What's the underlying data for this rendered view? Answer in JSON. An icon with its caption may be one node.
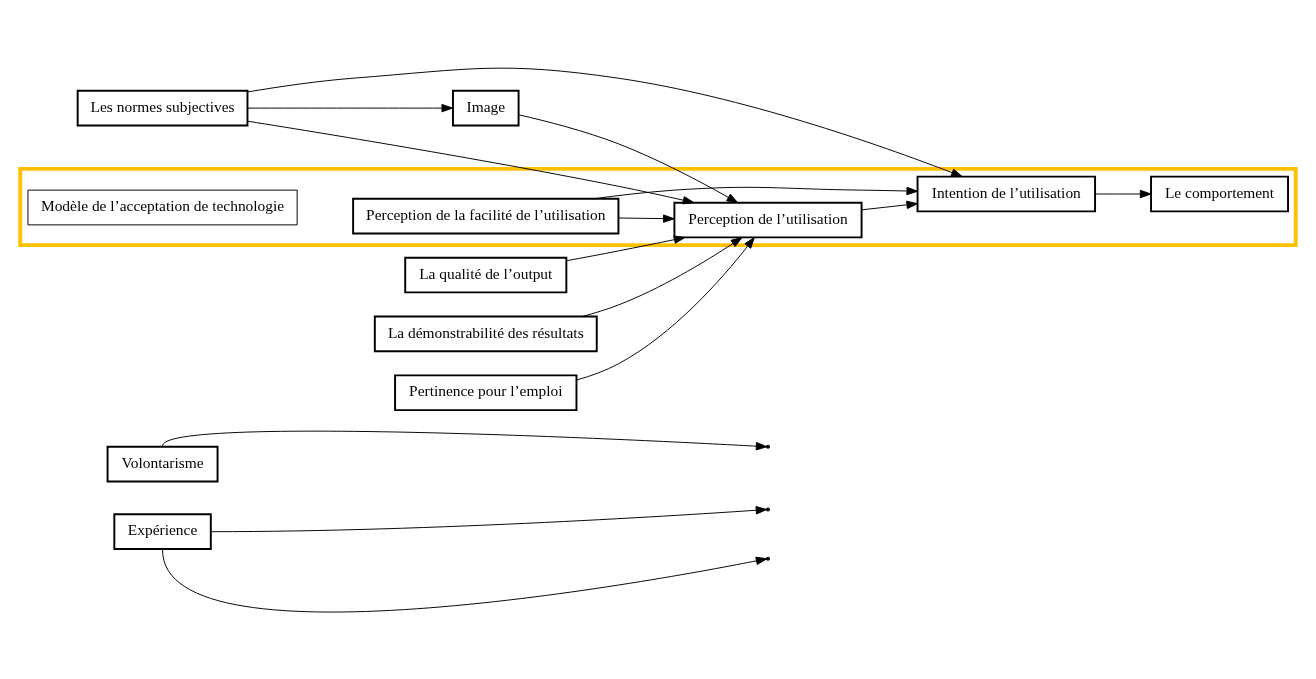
{
  "diagram": {
    "nodes": [
      {
        "text": [
          "Expérience"
        ]
      },
      {
        "text": [
          "Volontarisme"
        ]
      },
      {
        "text": [
          "Les normes subjectives"
        ]
      },
      {
        "text": [
          "Image"
        ]
      },
      {
        "text": [
          "Pertinence pour l’emploi"
        ]
      },
      {
        "text": [
          "La qualité de l’output"
        ]
      },
      {
        "text": [
          "La démonstrabilité des résultats"
        ]
      },
      {
        "text": [],
        "shape": "box"
      },
      {
        "text": [
          "Perception de l’utilisation"
        ],
        "in": 7
      },
      {
        "text": [
          "Intention de l’utilisation"
        ],
        "in": 7
      },
      {
        "text": [
          "Le comportement"
        ],
        "in": 7
      },
      {
        "text": [
          "Perception de la facilité de l’utilisation"
        ],
        "in": 7
      },
      {
        "text": [
          "Modèle de l’acceptation de technologie"
        ],
        "in": 7
      }
    ],
    "edges": [
      {
        "from": 0,
        "to": null,
        "arrow": "to"
      },
      {
        "from": 0,
        "to": null,
        "arrow": "to"
      },
      {
        "from": 1,
        "to": null,
        "arrow": "to"
      },
      {
        "from": 2,
        "to": 9,
        "arrow": "to"
      },
      {
        "from": 2,
        "to": 8,
        "arrow": "to"
      },
      {
        "from": 2,
        "to": 3,
        "arrow": "to"
      },
      {
        "from": 3,
        "to": 8,
        "arrow": "to"
      },
      {
        "from": 4,
        "to": 8,
        "arrow": "to"
      },
      {
        "from": 5,
        "to": 8,
        "arrow": "to"
      },
      {
        "from": 6,
        "to": 8,
        "arrow": "to"
      },
      {
        "from": 11,
        "to": 8,
        "arrow": "to"
      },
      {
        "from": 8,
        "to": 9,
        "arrow": "to"
      },
      {
        "from": 11,
        "to": 9,
        "arrow": "to"
      },
      {
        "from": 9,
        "to": 10,
        "arrow": "to"
      }
    ]
  }
}
